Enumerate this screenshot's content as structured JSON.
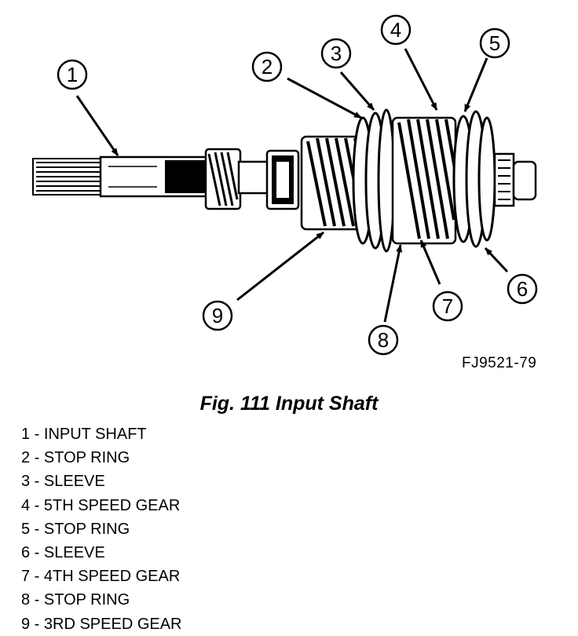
{
  "figure": {
    "reference_code": "FJ9521-79",
    "caption": "Fig. 111 Input Shaft"
  },
  "callouts": [
    {
      "number": "1"
    },
    {
      "number": "2"
    },
    {
      "number": "3"
    },
    {
      "number": "4"
    },
    {
      "number": "5"
    },
    {
      "number": "6"
    },
    {
      "number": "7"
    },
    {
      "number": "8"
    },
    {
      "number": "9"
    }
  ],
  "legend": [
    {
      "text": "1 - INPUT SHAFT"
    },
    {
      "text": "2 - STOP RING"
    },
    {
      "text": "3 - SLEEVE"
    },
    {
      "text": "4 - 5TH SPEED GEAR"
    },
    {
      "text": "5 - STOP RING"
    },
    {
      "text": "6 - SLEEVE"
    },
    {
      "text": "7 - 4TH SPEED GEAR"
    },
    {
      "text": "8 - STOP RING"
    },
    {
      "text": "9 - 3RD SPEED GEAR"
    }
  ]
}
